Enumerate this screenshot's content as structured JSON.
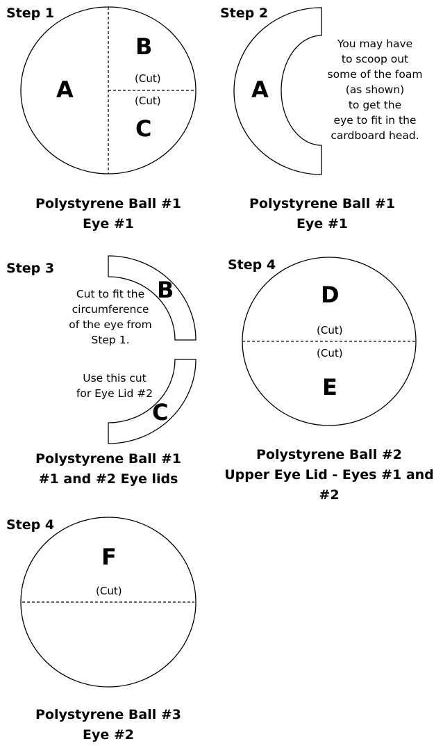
{
  "steps": {
    "s1": "Step 1",
    "s2": "Step 2",
    "s3": "Step 3",
    "s4a": "Step 4",
    "s4b": "Step 4"
  },
  "panels": {
    "p1": {
      "letters": {
        "a": "A",
        "b": "B",
        "c": "C"
      },
      "cut1": "(Cut)",
      "cut2": "(Cut)",
      "caption1": "Polystyrene Ball #1",
      "caption2": "Eye #1"
    },
    "p2": {
      "letter": "A",
      "note": [
        "You may have",
        "to scoop out",
        "some of the foam",
        "(as shown)",
        "to get the",
        "eye to fit in the",
        "cardboard head."
      ],
      "caption1": "Polystyrene Ball #1",
      "caption2": "Eye #1"
    },
    "p3": {
      "letters": {
        "b": "B",
        "c": "C"
      },
      "note1": [
        "Cut to fit the",
        "circumference",
        "of the eye from",
        "Step 1."
      ],
      "note2": [
        "Use this cut",
        "for Eye Lid #2"
      ],
      "caption1": "Polystyrene Ball #1",
      "caption2": "#1 and #2 Eye lids"
    },
    "p4": {
      "letters": {
        "d": "D",
        "e": "E"
      },
      "cut1": "(Cut)",
      "cut2": "(Cut)",
      "caption1": "Polystyrene Ball #2",
      "caption2": "Upper Eye Lid - Eyes #1 and #2"
    },
    "p5": {
      "letter": "F",
      "cut": "(Cut)",
      "caption1": "Polystyrene Ball #3",
      "caption2": "Eye #2"
    }
  }
}
